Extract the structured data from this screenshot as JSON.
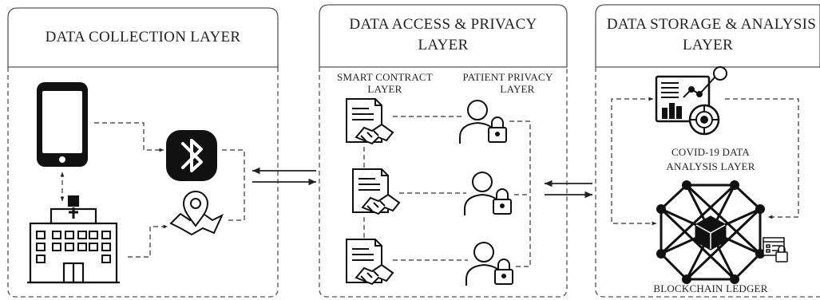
{
  "panels": {
    "collection": {
      "title": "DATA COLLECTION LAYER"
    },
    "access": {
      "title_line1": "DATA ACCESS & PRIVACY",
      "title_line2": "LAYER"
    },
    "storage": {
      "title_line1": "DATA STORAGE & ANALYSIS",
      "title_line2": "LAYER"
    }
  },
  "labels": {
    "smart_contract_line1": "SMART CONTRACT",
    "smart_contract_line2": "LAYER",
    "patient_privacy_line1": "PATIENT PRIVACY",
    "patient_privacy_line2": "LAYER",
    "covid_line1": "COVID-19 DATA",
    "covid_line2": "ANALYSIS LAYER",
    "blockchain": "BLOCKCHAIN LEDGER"
  },
  "icons": [
    "smartphone-icon",
    "hospital-icon",
    "bluetooth-icon",
    "map-pin-icon",
    "contract-handshake-icon",
    "patient-lock-icon",
    "analytics-dashboard-icon",
    "blockchain-network-icon",
    "ledger-lock-icon"
  ]
}
